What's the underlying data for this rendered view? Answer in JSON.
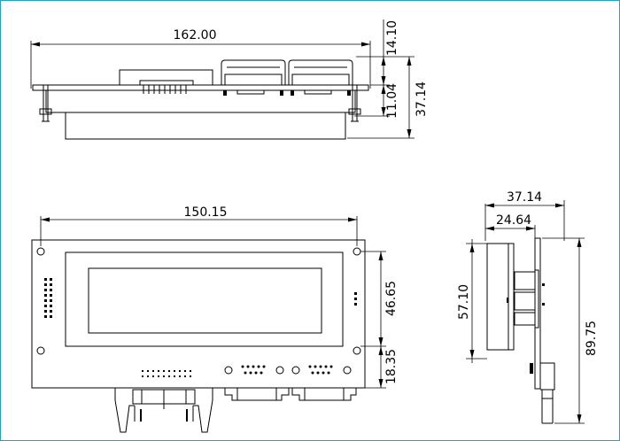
{
  "drawing": {
    "top_view": {
      "width_label": "162.00",
      "height_top_label": "14.10",
      "height_mid_label": "11.04",
      "height_total_label": "37.14"
    },
    "front_view": {
      "width_label": "150.15",
      "window_height_label": "46.65",
      "lower_height_label": "18.35"
    },
    "side_view": {
      "depth_total_label": "37.14",
      "depth_inner_label": "24.64",
      "module_height_label": "57.10",
      "overall_height_label": "89.75"
    }
  },
  "colors": {
    "frame": "#19a6c8",
    "line": "#000000"
  }
}
